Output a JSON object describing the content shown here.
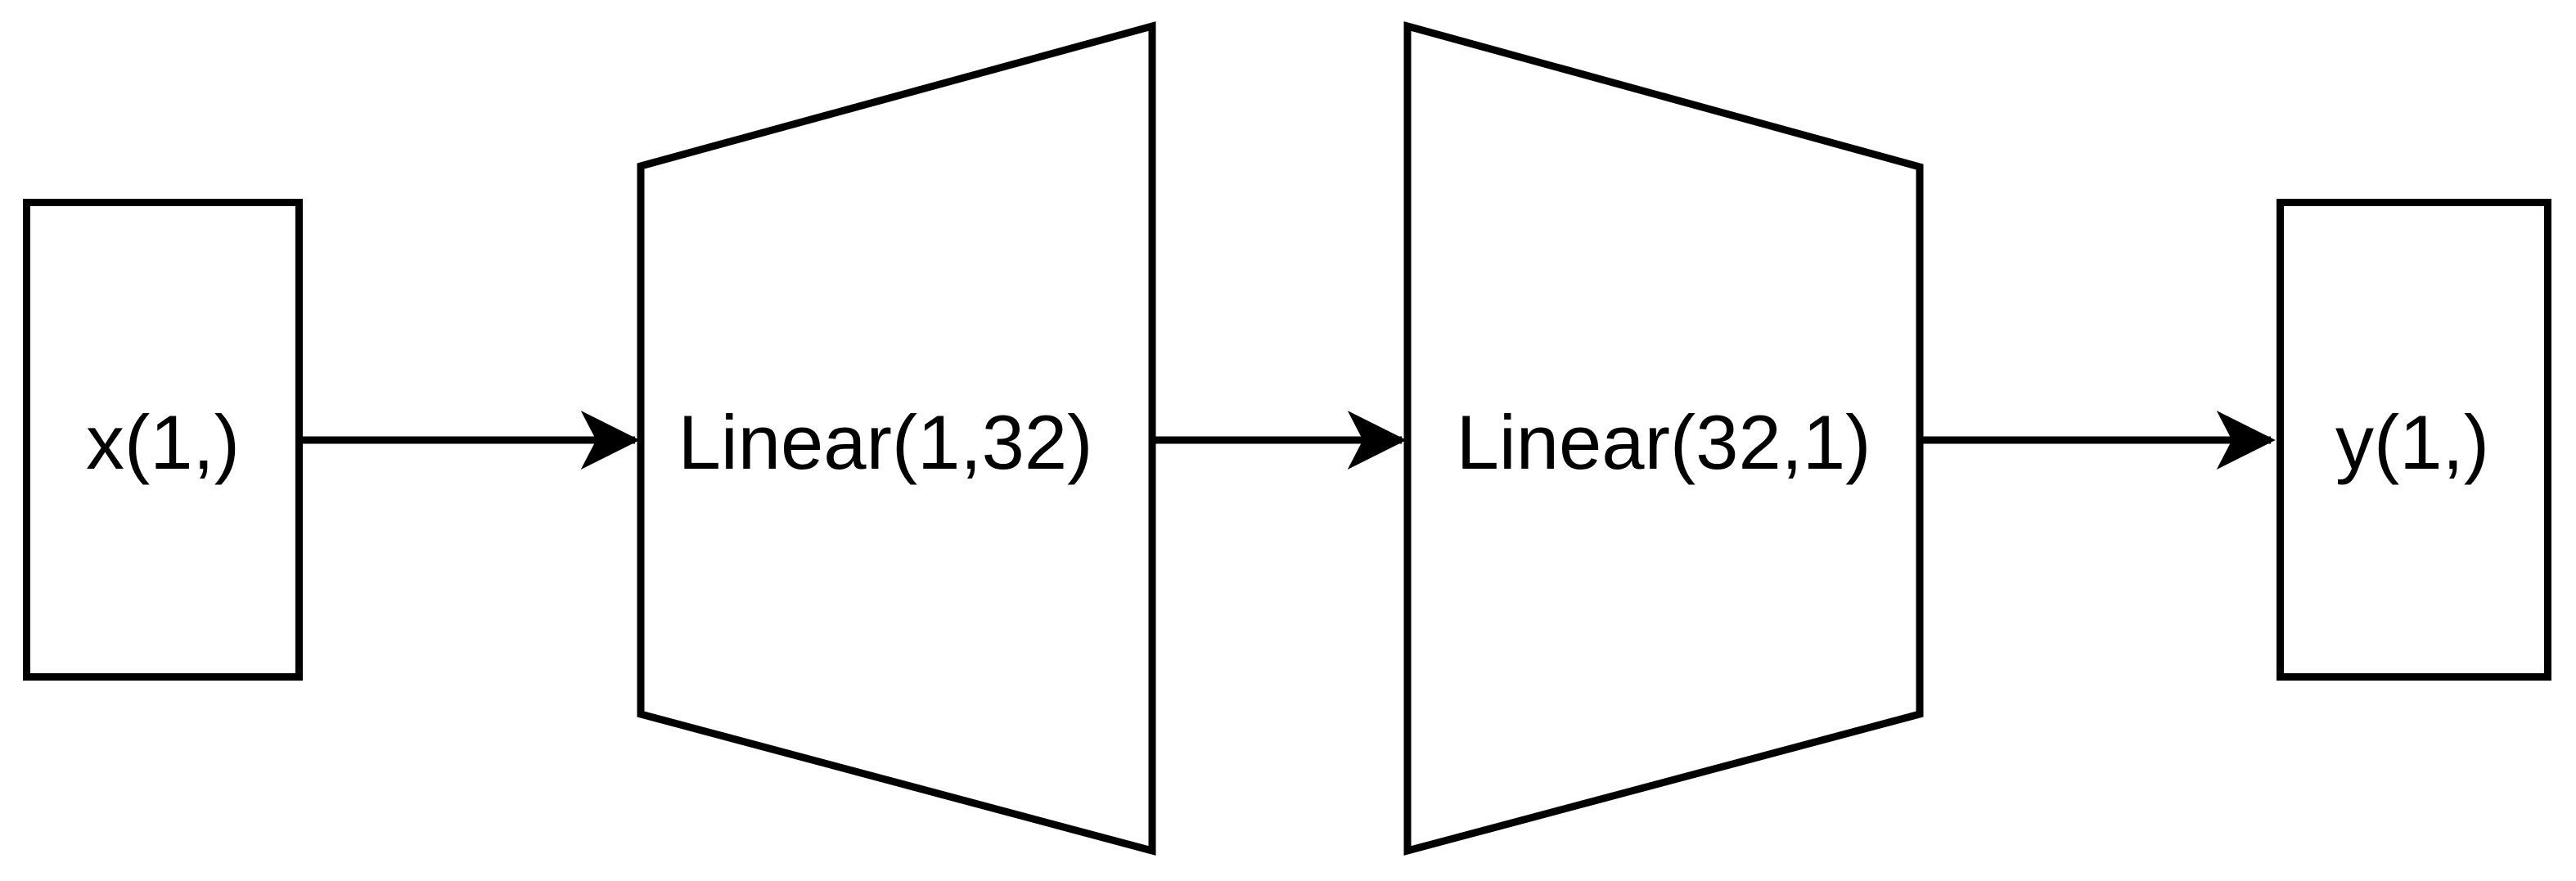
{
  "colors": {
    "background": "#ffffff",
    "stroke": "#000000",
    "text": "#000000"
  },
  "diagram": {
    "type": "neural-network-flow",
    "nodes": [
      {
        "id": "input",
        "shape": "rectangle",
        "label": "x(1,)"
      },
      {
        "id": "hidden-layer",
        "shape": "trapezoid-expanding",
        "label": "Linear(1,32)"
      },
      {
        "id": "output-layer",
        "shape": "trapezoid-contracting",
        "label": "Linear(32,1)"
      },
      {
        "id": "output",
        "shape": "rectangle",
        "label": "y(1,)"
      }
    ],
    "edges": [
      {
        "from": "input",
        "to": "hidden-layer"
      },
      {
        "from": "hidden-layer",
        "to": "output-layer"
      },
      {
        "from": "output-layer",
        "to": "output"
      }
    ]
  }
}
